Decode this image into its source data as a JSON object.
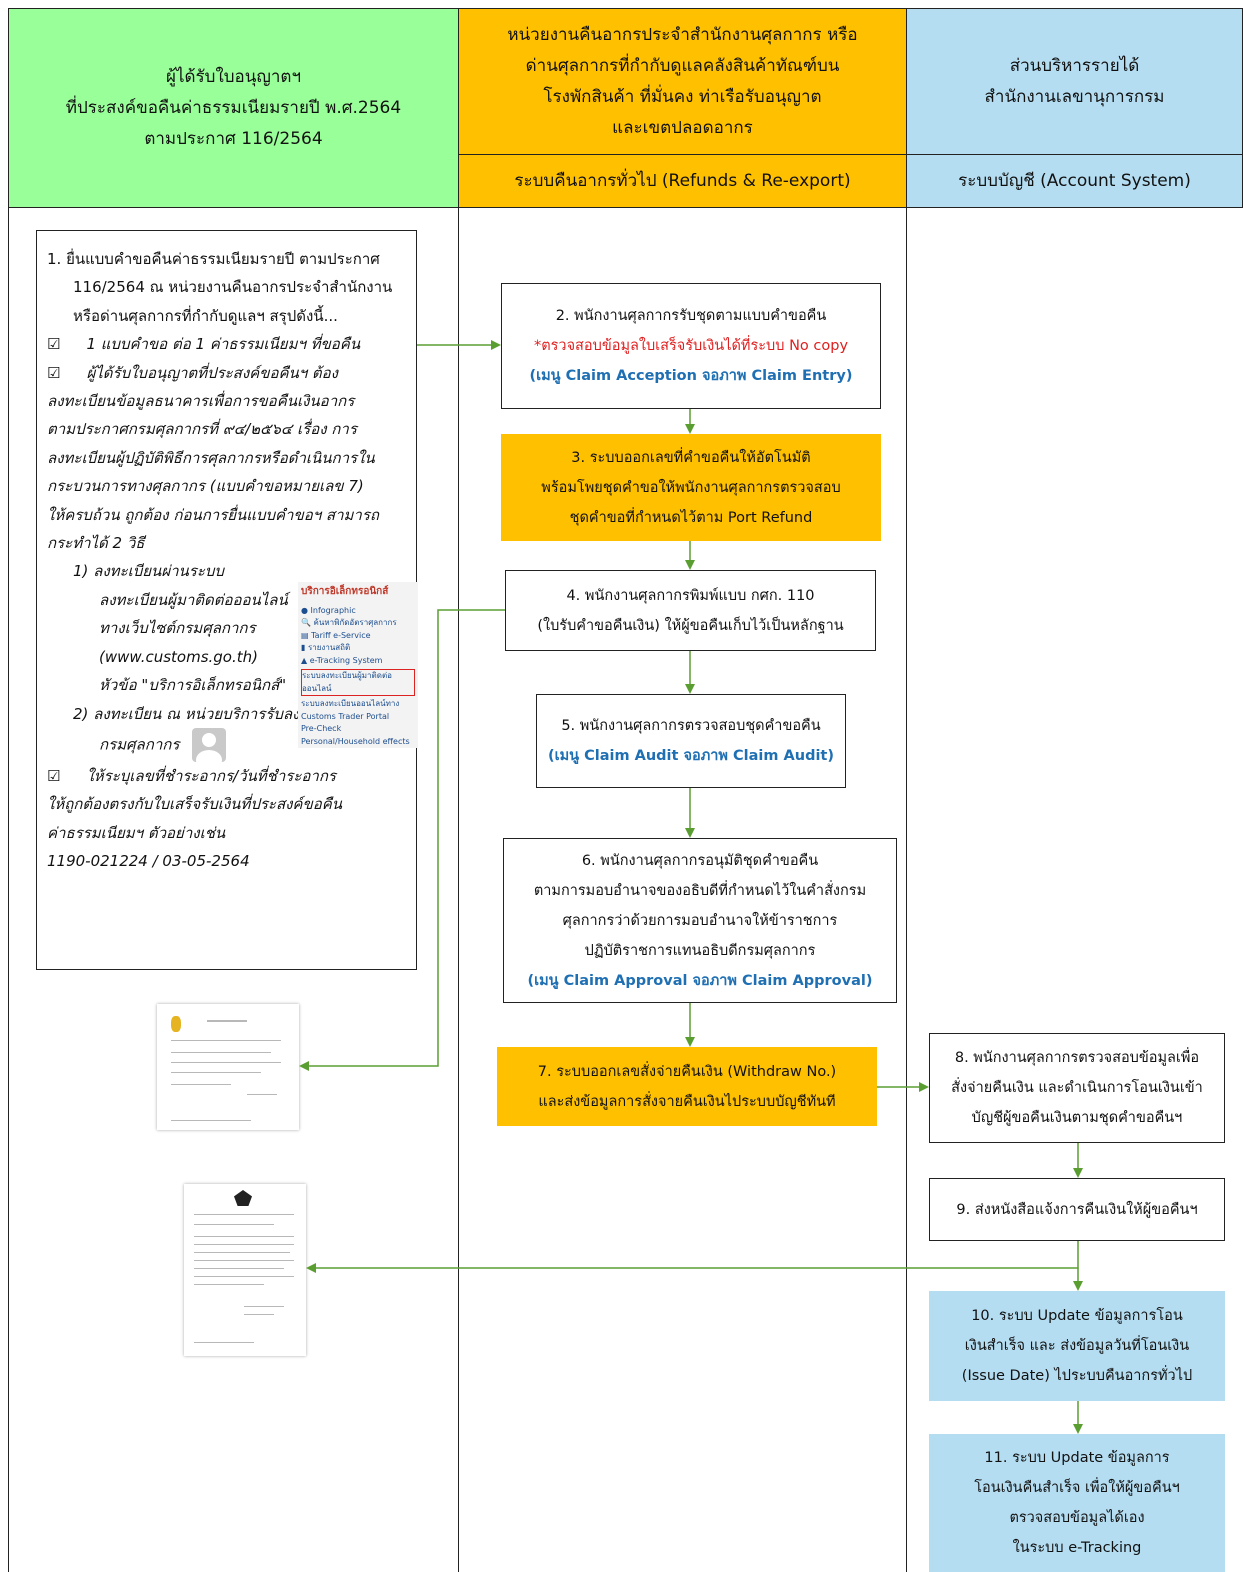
{
  "headers": {
    "col1": [
      "ผู้ได้รับใบอนุญาตฯ",
      "ที่ประสงค์ขอคืนค่าธรรมเนียมรายปี พ.ศ.2564",
      "ตามประกาศ 116/2564"
    ],
    "col2": [
      "หน่วยงานคืนอากรประจำสำนักงานศุลกากร หรือ",
      "ด่านศุลกากรที่กำกับดูแลคลังสินค้าทัณฑ์บน",
      "โรงพักสินค้า ที่มั่นคง ท่าเรือรับอนุญาต",
      "และเขตปลอดอากร"
    ],
    "col2_sub": "ระบบคืนอากรทั่วไป (Refunds & Re-export)",
    "col3": [
      "ส่วนบริหารรายได้",
      "สำนักงานเลขานุการกรม"
    ],
    "col3_sub": "ระบบบัญชี (Account System)"
  },
  "left_box": {
    "intro": [
      "1. ยื่นแบบคำขอคืนค่าธรรมเนียมรายปี ตามประกาศ",
      "116/2564 ณ หน่วยงานคืนอากรประจำสำนักงาน",
      "หรือด่านศุลกากรที่กำกับดูแลฯ  สรุปดังนี้..."
    ],
    "check_mark": "☑",
    "check1": "1 แบบคำขอ ต่อ 1 ค่าธรรมเนียมฯ ที่ขอคืน",
    "check2": [
      "ผู้ได้รับใบอนุญาตที่ประสงค์ขอคืนฯ ต้อง",
      "ลงทะเบียนข้อมูลธนาคารเพื่อการขอคืนเงินอากร",
      "ตามประกาศกรมศุลกากรที่ ๙๔/๒๕๖๔ เรื่อง การ",
      "ลงทะเบียนผู้ปฏิบัติพิธีการศุลกากรหรือดำเนินการใน",
      "กระบวนการทางศุลกากร (แบบคำขอหมายเลข 7)",
      "ให้ครบถ้วน ถูกต้อง ก่อนการยื่นแบบคำขอฯ สามารถ",
      "กระทำได้ 2 วิธี"
    ],
    "method1": [
      "1) ลงทะเบียนผ่านระบบ",
      "ลงทะเบียนผู้มาติดต่อออนไลน์",
      "ทางเว็บไซต์กรมศุลกากร",
      "(www.customs.go.th)",
      "หัวข้อ \"บริการอิเล็กทรอนิกส์\""
    ],
    "method2": [
      "2) ลงทะเบียน ณ หน่วยบริการรับลงทะเบียนของ",
      "กรมศุลกากร"
    ],
    "check3": [
      "ให้ระบุเลขที่ชำระอากร/วันที่ชำระอากร",
      "ให้ถูกต้องตรงกับใบเสร็จรับเงินที่ประสงค์ขอคืน",
      "ค่าธรรมเนียมฯ ตัวอย่างเช่น",
      "1190-021224 / 03-05-2564"
    ]
  },
  "menu": {
    "heading": "บริการอิเล็กทรอนิกส์",
    "items": [
      "Infographic",
      "ค้นหาพิกัดอัตราศุลกากร",
      "Tariff e-Service",
      "รายงานสถิติ",
      "e-Tracking System"
    ],
    "highlight": "ระบบลงทะเบียนผู้มาติดต่อ ออนไลน์",
    "items2": [
      "ระบบลงทะเบียนออนไลน์ทาง Customs Trader Portal",
      "Pre-Check Personal/Household effects"
    ]
  },
  "steps": {
    "s2": [
      "2. พนักงานศุลกากรรับชุดตามแบบคำขอคืน",
      "*ตรวจสอบข้อมูลใบเสร็จรับเงินได้ที่ระบบ No copy",
      "(เมนู Claim Acception จอภาพ Claim Entry)"
    ],
    "s3": [
      "3. ระบบออกเลขที่คำขอคืนให้อัตโนมัติ",
      "พร้อมโพยชุดคำขอให้พนักงานศุลกากรตรวจสอบ",
      "ชุดคำขอที่กำหนดไว้ตาม Port Refund"
    ],
    "s4": [
      "4. พนักงานศุลกากรพิมพ์แบบ กศก. 110",
      "(ใบรับคำขอคืนเงิน) ให้ผู้ขอคืนเก็บไว้เป็นหลักฐาน"
    ],
    "s5": [
      "5. พนักงานศุลกากรตรวจสอบชุดคำขอคืน",
      "(เมนู Claim Audit จอภาพ Claim Audit)"
    ],
    "s6": [
      "6. พนักงานศุลกากรอนุมัติชุดคำขอคืน",
      "ตามการมอบอำนาจของอธิบดีที่กำหนดไว้ในคำสั่งกรม",
      "ศุลกากรว่าด้วยการมอบอำนาจให้ข้าราชการ",
      "ปฏิบัติราชการแทนอธิบดีกรมศุลกากร",
      "(เมนู Claim Approval จอภาพ Claim Approval)"
    ],
    "s7": [
      "7. ระบบออกเลขสั่งจ่ายคืนเงิน (Withdraw No.)",
      "และส่งข้อมูลการสั่งจายคืนเงินไประบบบัญชีทันที"
    ],
    "s8": [
      "8. พนักงานศุลกากรตรวจสอบข้อมูลเพื่อ",
      "สั่งจ่ายคืนเงิน และดำเนินการโอนเงินเข้า",
      "บัญชีผู้ขอคืนเงินตามชุดคำขอคืนฯ"
    ],
    "s9": [
      "9. ส่งหนังสือแจ้งการคืนเงินให้ผู้ขอคืนฯ"
    ],
    "s10": [
      "10. ระบบ Update ข้อมูลการโอน",
      "เงินสำเร็จ และ ส่งข้อมูลวันที่โอนเงิน",
      "(Issue Date) ไประบบคืนอากรทั่วไป"
    ],
    "s11": [
      "11. ระบบ Update ข้อมูลการ",
      "โอนเงินคืนสำเร็จ เพื่อให้ผู้ขอคืนฯ",
      "ตรวจสอบข้อมูลได้เอง",
      "ในระบบ e-Tracking"
    ]
  },
  "colors": {
    "green": "#99ff99",
    "orange": "#ffc000",
    "blue": "#b4ddf1",
    "arrow": "#5a9e32",
    "link": "#1f6fb3",
    "red": "#e02020"
  }
}
